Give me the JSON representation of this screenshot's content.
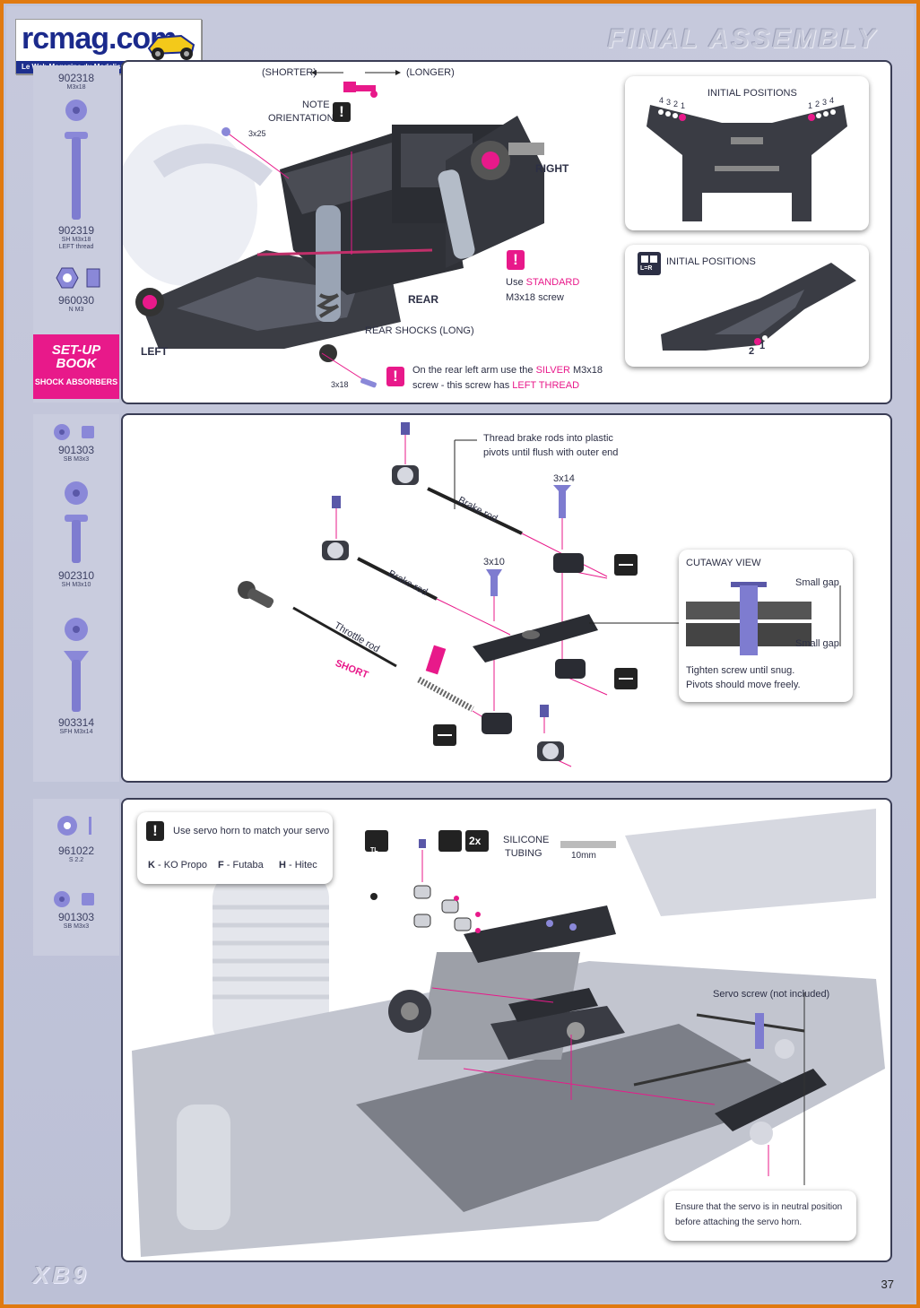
{
  "logo": {
    "text": "rcmag.com",
    "tagline": "Le Web Magazine du Modelisme RC"
  },
  "page_title": "FINAL ASSEMBLY",
  "footer": {
    "model": "XB9",
    "page_number": "37"
  },
  "sidebar1": {
    "parts": [
      {
        "num": "902318",
        "desc": "M3x18"
      },
      {
        "num": "902319",
        "desc": "SH M3x18",
        "desc2": "LEFT thread"
      },
      {
        "num": "960030",
        "desc": "N M3"
      }
    ],
    "setup_book": {
      "title": "SET-UP",
      "title2": "BOOK",
      "subtitle": "SHOCK ABSORBERS"
    }
  },
  "sidebar2": {
    "parts": [
      {
        "num": "901303",
        "desc": "SB M3x3"
      },
      {
        "num": "902310",
        "desc": "SH M3x10"
      },
      {
        "num": "903314",
        "desc": "SFH M3x14"
      }
    ]
  },
  "sidebar3": {
    "parts": [
      {
        "num": "961022",
        "desc": "S 2.2"
      },
      {
        "num": "901303",
        "desc": "SB M3x3"
      }
    ]
  },
  "step1": {
    "shorter": "(SHORTER)",
    "longer": "(LONGER)",
    "note": "NOTE",
    "orientation": "ORIENTATION",
    "screw_3x25": "3x25",
    "right": "RIGHT",
    "rear": "REAR",
    "left": "LEFT",
    "rear_shocks": "REAR SHOCKS (LONG)",
    "use_standard_1": "Use ",
    "use_standard_2": "STANDARD",
    "use_standard_3": "M3x18 screw",
    "screw_3x18": "3x18",
    "rear_left_note_1": "On the rear left arm use the ",
    "rear_left_note_2": "SILVER",
    "rear_left_note_3": " M3x18",
    "rear_left_note_4": "screw - this screw has ",
    "rear_left_note_5": "LEFT THREAD",
    "initial_positions_top": "INITIAL POSITIONS",
    "initial_positions_bottom": "INITIAL POSITIONS",
    "lr_icon": "L=R",
    "pos_left": [
      "4",
      "3",
      "2",
      "1"
    ],
    "pos_right": [
      "1",
      "2",
      "3",
      "4"
    ],
    "arm_pos": [
      "2",
      "1"
    ]
  },
  "step2": {
    "thread_note_1": "Thread brake rods into plastic",
    "thread_note_2": "pivots until flush with outer end",
    "brake_rod_1": "Brake rod",
    "brake_rod_2": "Brake rod",
    "throttle_rod": "Throttle rod",
    "short": "SHORT",
    "screw_3x14": "3x14",
    "screw_3x10": "3x10",
    "cutaway_title": "CUTAWAY VIEW",
    "small_gap_top": "Small gap",
    "small_gap_bottom": "Small gap",
    "tighten_1": "Tighten screw until snug.",
    "tighten_2": "Pivots should move freely."
  },
  "step3": {
    "servo_horn_note": "Use servo horn to match your servo",
    "brands": [
      {
        "key": "K",
        "name": " - KO Propo"
      },
      {
        "key": "F",
        "name": " - Futaba"
      },
      {
        "key": "H",
        "name": " - Hitec"
      }
    ],
    "tl_icon": "TL",
    "qty": "2x",
    "silicone_1": "SILICONE",
    "silicone_2": "TUBING",
    "tube_length": "10mm",
    "servo_screw": "Servo screw (not included)",
    "neutral_1": "Ensure that the servo is in neutral position",
    "neutral_2": "before attaching the servo horn."
  },
  "colors": {
    "accent": "#e8198a",
    "hardware": "#8a88d8",
    "frame": "#e07a10"
  }
}
